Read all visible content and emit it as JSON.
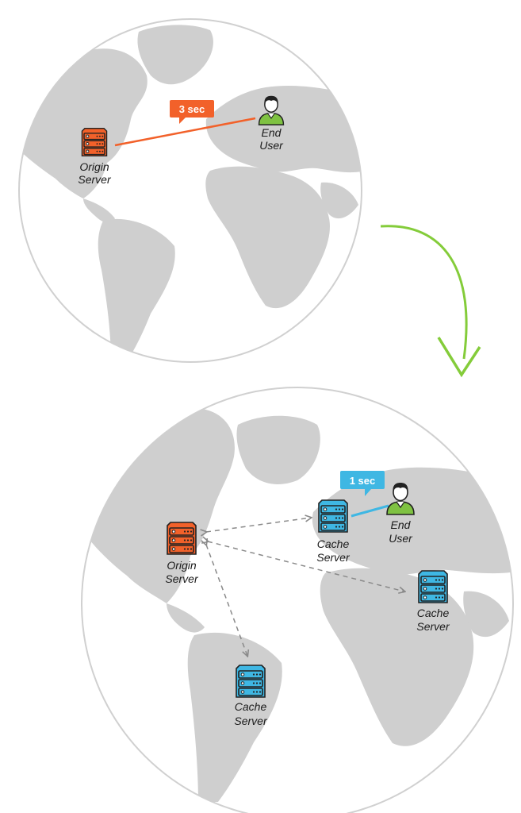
{
  "colors": {
    "land": "#cfcfcf",
    "ocean": "#ffffff",
    "globe_border": "#d0d0d0",
    "origin": "#f2612a",
    "cache": "#3fb7e3",
    "user_body": "#7fc242",
    "arrow": "#84cc3a",
    "dashed": "#8a8a8a"
  },
  "top_globe": {
    "latency_badge": "3 sec",
    "origin_server": {
      "line1": "Origin",
      "line2": "Server",
      "icon": "server-icon"
    },
    "end_user": {
      "line1": "End",
      "line2": "User",
      "icon": "user-icon"
    }
  },
  "transition_arrow": {
    "icon": "curved-arrow-icon"
  },
  "bottom_globe": {
    "latency_badge": "1 sec",
    "origin_server": {
      "line1": "Origin",
      "line2": "Server",
      "icon": "server-icon"
    },
    "end_user": {
      "line1": "End",
      "line2": "User",
      "icon": "user-icon"
    },
    "cache_servers": [
      {
        "line1": "Cache",
        "line2": "Server",
        "icon": "server-icon"
      },
      {
        "line1": "Cache",
        "line2": "Server",
        "icon": "server-icon"
      },
      {
        "line1": "Cache",
        "line2": "Server",
        "icon": "server-icon"
      }
    ]
  }
}
